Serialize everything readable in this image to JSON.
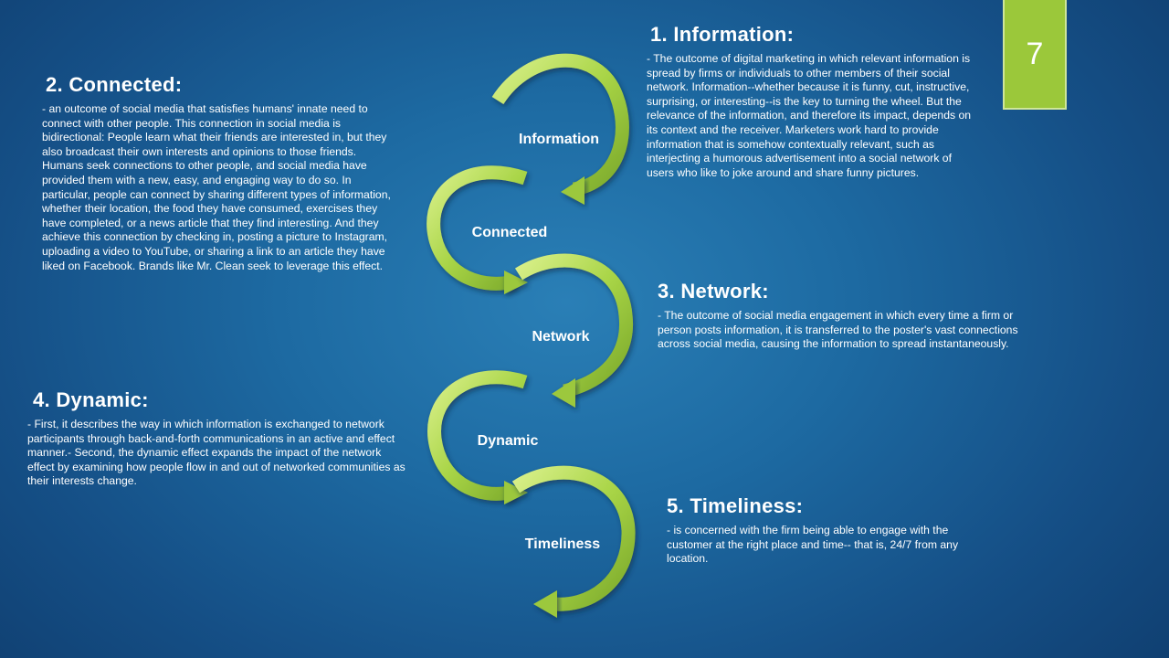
{
  "page_number": "7",
  "cycle": {
    "labels": [
      "Information",
      "Connected",
      "Network",
      "Dynamic",
      "Timeliness"
    ]
  },
  "sections": {
    "information": {
      "heading": "1. Information:",
      "body": "- The outcome of digital marketing in which relevant information is spread by firms or individuals to other members of their social network. Information--whether because it is funny, cut, instructive, surprising, or interesting--is the key to turning the wheel. But the relevance of the information, and therefore its impact, depends on its context and the receiver. Marketers work hard to provide information that is somehow contextually relevant, such as interjecting a humorous advertisement into a social network of users who like to joke around and share funny pictures."
    },
    "connected": {
      "heading": "2. Connected:",
      "body": "- an outcome of social media that satisfies humans' innate need to connect with other people. This connection in social media is bidirectional: People learn what their friends are interested in, but they also broadcast their own interests and opinions to those friends. Humans seek connections to other people, and social media have provided them with a new, easy, and engaging way to do so. In particular, people can connect by sharing different types of information, whether their location, the food they have consumed, exercises they have completed, or a news article that they find interesting. And they achieve this connection by checking in, posting a picture to Instagram, uploading a video to YouTube, or sharing a link to an article they have liked on Facebook. Brands like Mr. Clean seek to leverage this effect."
    },
    "network": {
      "heading": "3. Network:",
      "body": "- The outcome of social media engagement in which every time a firm or person posts information, it is transferred to the poster's vast connections across social media, causing the information to spread instantaneously."
    },
    "dynamic": {
      "heading": "4. Dynamic:",
      "body": "- First, it describes the way in which information is exchanged to network participants through back-and-forth communications in an active and effect manner.- Second, the dynamic effect expands the impact of the network effect by examining how people flow in and out of networked communities as their interests change."
    },
    "timeliness": {
      "heading": "5. Timeliness:",
      "body": "- is concerned with the firm being able to engage with the customer at the right place and time-- that is, 24/7 from any location."
    }
  },
  "colors": {
    "accent_green": "#9bc83a",
    "background_blue": "#1d6aa2"
  }
}
